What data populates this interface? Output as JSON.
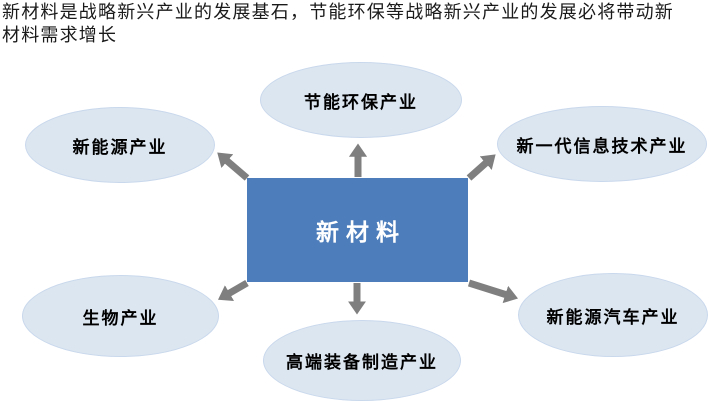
{
  "header": {
    "line1": "新材料是战略新兴产业的发展基石，节能环保等战略新兴产业的发展必将带动新",
    "line2": "材料需求增长"
  },
  "diagram": {
    "center": {
      "label": "新材料"
    },
    "nodes": [
      {
        "id": "top",
        "label": "节能环保产业"
      },
      {
        "id": "top-left",
        "label": "新能源产业"
      },
      {
        "id": "top-right",
        "label": "新一代信息技术产业"
      },
      {
        "id": "bottom-left",
        "label": "生物产业"
      },
      {
        "id": "bottom-center",
        "label": "高端装备制造产业"
      },
      {
        "id": "bottom-right",
        "label": "新能源汽车产业"
      }
    ],
    "colors": {
      "center_fill": "#4d7ebb",
      "center_text": "#ffffff",
      "node_fill": "#dce6f1",
      "node_border": "#c9d8ec",
      "arrow": "#7f7f7f",
      "header_text": "#1a1a1a"
    }
  }
}
